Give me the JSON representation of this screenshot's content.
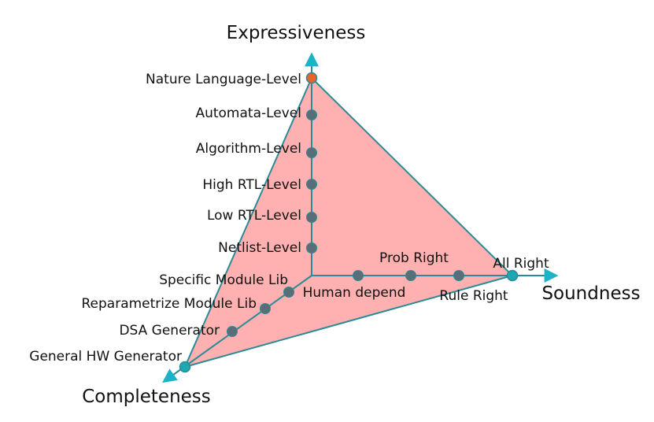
{
  "axes": {
    "expressiveness": {
      "title": "Expressiveness",
      "levels": [
        "Nature Language-Level",
        "Automata-Level",
        "Algorithm-Level",
        "High RTL-Level",
        "Low RTL-Level",
        "Netlist-Level"
      ]
    },
    "soundness": {
      "title": "Soundness",
      "levels": [
        "Human depend",
        "Prob Right",
        "Rule Right",
        "All Right"
      ]
    },
    "completeness": {
      "title": "Completeness",
      "levels": [
        "Specific Module Lib",
        "Reparametrize Module Lib",
        "DSA Generator",
        "General HW Generator"
      ]
    }
  },
  "colors": {
    "axis": "#1bb3c8",
    "edge": "#2a8b96",
    "fill": "#ffb0b0",
    "node": "#5a6e78",
    "end_node": "#1fa6b3",
    "top_node": "#e8642a"
  }
}
